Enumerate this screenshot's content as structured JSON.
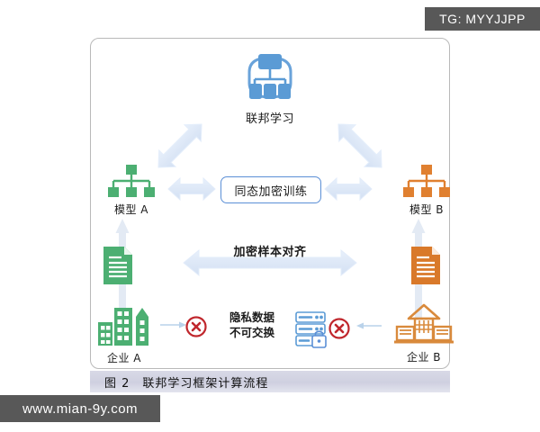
{
  "watermarks": {
    "tg_badge": "TG: MYYJJPP",
    "site_badge": "www.mian-9y.com"
  },
  "figure": {
    "caption": "图 2　联邦学习框架计算流程",
    "nodes": {
      "federated_learning": {
        "label": "联邦学习",
        "icon": "federated-network-icon",
        "color": "#5b9bd5"
      },
      "model_a": {
        "label": "模型 A",
        "icon": "model-tree-icon",
        "color": "#4caf72"
      },
      "model_b": {
        "label": "模型 B",
        "icon": "model-tree-icon",
        "color": "#e08030"
      },
      "enterprise_a": {
        "label": "企业 A",
        "icon": "city-buildings-icon",
        "color": "#4caf72"
      },
      "enterprise_b": {
        "label": "企业 B",
        "icon": "institution-building-icon",
        "color": "#d98a3c"
      },
      "document_a": {
        "icon": "document-icon",
        "color": "#4caf72"
      },
      "document_b": {
        "icon": "document-icon",
        "color": "#d9792a"
      },
      "server_lock": {
        "icon": "server-lock-icon",
        "color": "#5b9bd5"
      }
    },
    "boxes": {
      "center": {
        "text": "同态加密训练",
        "border_color": "#5b8fd6"
      }
    },
    "labels": {
      "sample_alignment": "加密样本对齐",
      "privacy_line1": "隐私数据",
      "privacy_line2": "不可交换"
    },
    "markers": {
      "blocked_left": "red-x-circle-icon",
      "blocked_right": "red-x-circle-icon",
      "blocked_color": "#c0272d"
    },
    "arrows": {
      "fl_to_model_a": "diagonal-double-arrow",
      "fl_to_model_b": "diagonal-double-arrow",
      "model_a_to_center": "horizontal-double-arrow",
      "center_to_model_b": "horizontal-double-arrow",
      "alignment_arrow": "wide-horizontal-double-arrow",
      "enterprise_a_up": "vertical-up-arrow",
      "enterprise_b_up": "vertical-up-arrow",
      "data_flow_left": "blocked-flow-arrow",
      "data_flow_right": "blocked-flow-arrow",
      "color": "#dce6f4"
    }
  },
  "colors": {
    "badge_bg": "#585858",
    "frame_border": "#b9b9b9",
    "caption_bg": "#d4d5e3",
    "accent_blue": "#5b9bd5",
    "accent_green": "#4caf72",
    "accent_orange": "#e08030",
    "accent_red": "#c0272d"
  }
}
